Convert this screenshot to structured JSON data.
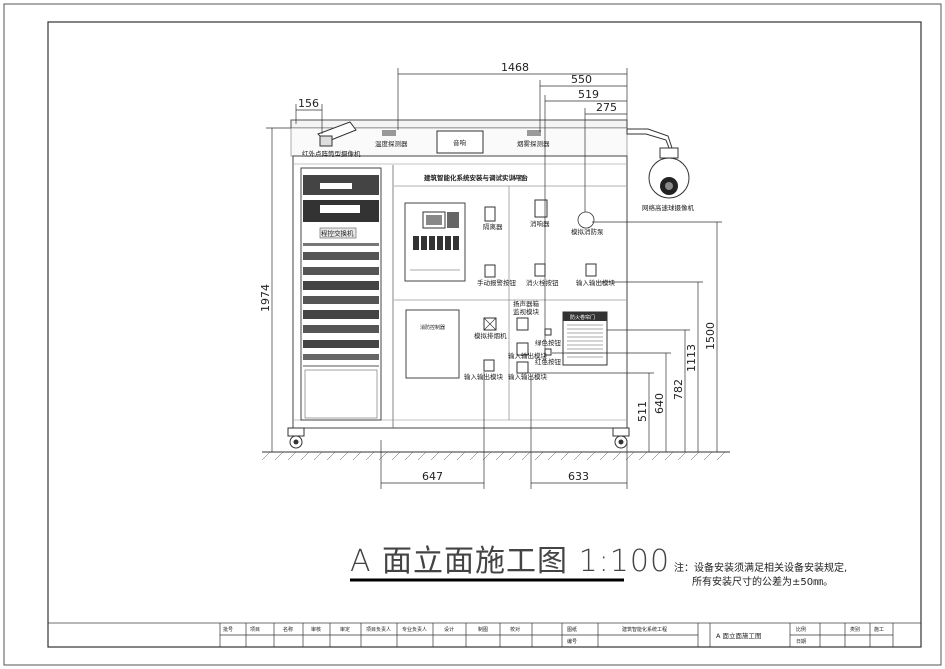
{
  "dimensions": {
    "d1468": "1468",
    "d550": "550",
    "d519": "519",
    "d275": "275",
    "d156": "156",
    "d1974": "1974",
    "d1500": "1500",
    "d1113": "1113",
    "d782": "782",
    "d640": "640",
    "d511": "511",
    "d647": "647",
    "d633": "633"
  },
  "labels": {
    "ir_camera": "红外点阵筒型摄像机",
    "temp_detector": "温度探测器",
    "speaker": "音响",
    "smoke_detector": "烟雾探测器",
    "dome_camera": "网络高速球摄像机",
    "panel_title": "建筑智能化系统安装与调试实训平台",
    "face_a": "A 面",
    "control_host": "程控交换机",
    "isolator": "隔离器",
    "sounder": "消响器",
    "fire_valve": "模拟消防泵",
    "manual_alarm": "手动报警按钮",
    "hydrant_button": "消火栓按钮",
    "io_module_1": "输入输出模块",
    "fire_door": "防火卷帘门",
    "fire_control": "消防控制器",
    "speaker_box": "扬声器箱",
    "monitor_module": "监视模块",
    "smoke_exhaust": "模拟排烟机",
    "green_button": "绿色按钮",
    "io_module_2": "输入输出模块",
    "red_button": "红色按钮",
    "io_module_3": "输入输出模块",
    "io_module_4": "输入输出模块"
  },
  "drawing_title": "A 面立面施工图  1:100",
  "note": {
    "line1": "注：设备安装须满足相关设备安装规定,",
    "line2": "所有安装尺寸的公差为±50㎜。"
  },
  "title_block": {
    "cells": [
      "批号",
      "项目",
      "名称",
      "审核",
      "审定",
      "项目负责人",
      "专业负责人",
      "设计",
      "制图",
      "校对",
      "图纸",
      "编号",
      "比例",
      "日期",
      "类别",
      "施工"
    ],
    "drawing_name": "A 面立面施工图",
    "project": "建筑智能化系统工程"
  }
}
